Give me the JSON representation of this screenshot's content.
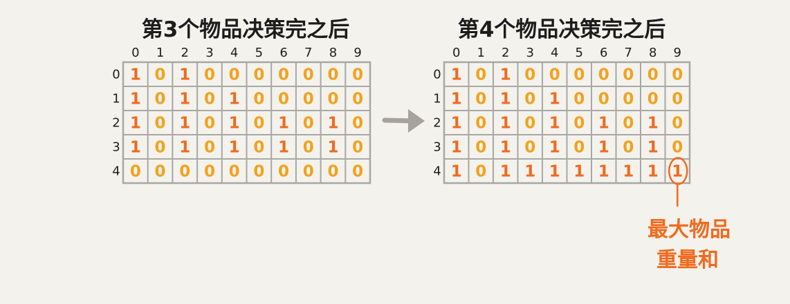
{
  "colors": {
    "background": "#f4f2ed",
    "grid": "#a9a7a2",
    "one": "#f06a1e",
    "zero": "#f2a21d",
    "ink": "#1c1c1c",
    "arrow": "#a6a39e",
    "highlight": "#f06a1e"
  },
  "tables": [
    {
      "title": "第3个物品决策完之后",
      "column_headers": [
        "0",
        "1",
        "2",
        "3",
        "4",
        "5",
        "6",
        "7",
        "8",
        "9"
      ],
      "row_headers": [
        "0",
        "1",
        "2",
        "3",
        "4"
      ],
      "cells": [
        [
          "1",
          "0",
          "1",
          "0",
          "0",
          "0",
          "0",
          "0",
          "0",
          "0"
        ],
        [
          "1",
          "0",
          "1",
          "0",
          "1",
          "0",
          "0",
          "0",
          "0",
          "0"
        ],
        [
          "1",
          "0",
          "1",
          "0",
          "1",
          "0",
          "1",
          "0",
          "1",
          "0"
        ],
        [
          "1",
          "0",
          "1",
          "0",
          "1",
          "0",
          "1",
          "0",
          "1",
          "0"
        ],
        [
          "0",
          "0",
          "0",
          "0",
          "0",
          "0",
          "0",
          "0",
          "0",
          "0"
        ]
      ]
    },
    {
      "title": "第4个物品决策完之后",
      "column_headers": [
        "0",
        "1",
        "2",
        "3",
        "4",
        "5",
        "6",
        "7",
        "8",
        "9"
      ],
      "row_headers": [
        "0",
        "1",
        "2",
        "3",
        "4"
      ],
      "cells": [
        [
          "1",
          "0",
          "1",
          "0",
          "0",
          "0",
          "0",
          "0",
          "0",
          "0"
        ],
        [
          "1",
          "0",
          "1",
          "0",
          "1",
          "0",
          "0",
          "0",
          "0",
          "0"
        ],
        [
          "1",
          "0",
          "1",
          "0",
          "1",
          "0",
          "1",
          "0",
          "1",
          "0"
        ],
        [
          "1",
          "0",
          "1",
          "0",
          "1",
          "0",
          "1",
          "0",
          "1",
          "0"
        ],
        [
          "1",
          "0",
          "1",
          "1",
          "1",
          "1",
          "1",
          "1",
          "1",
          "1"
        ]
      ]
    }
  ],
  "annotation": {
    "line1": "最大物品",
    "line2": "重量和"
  }
}
